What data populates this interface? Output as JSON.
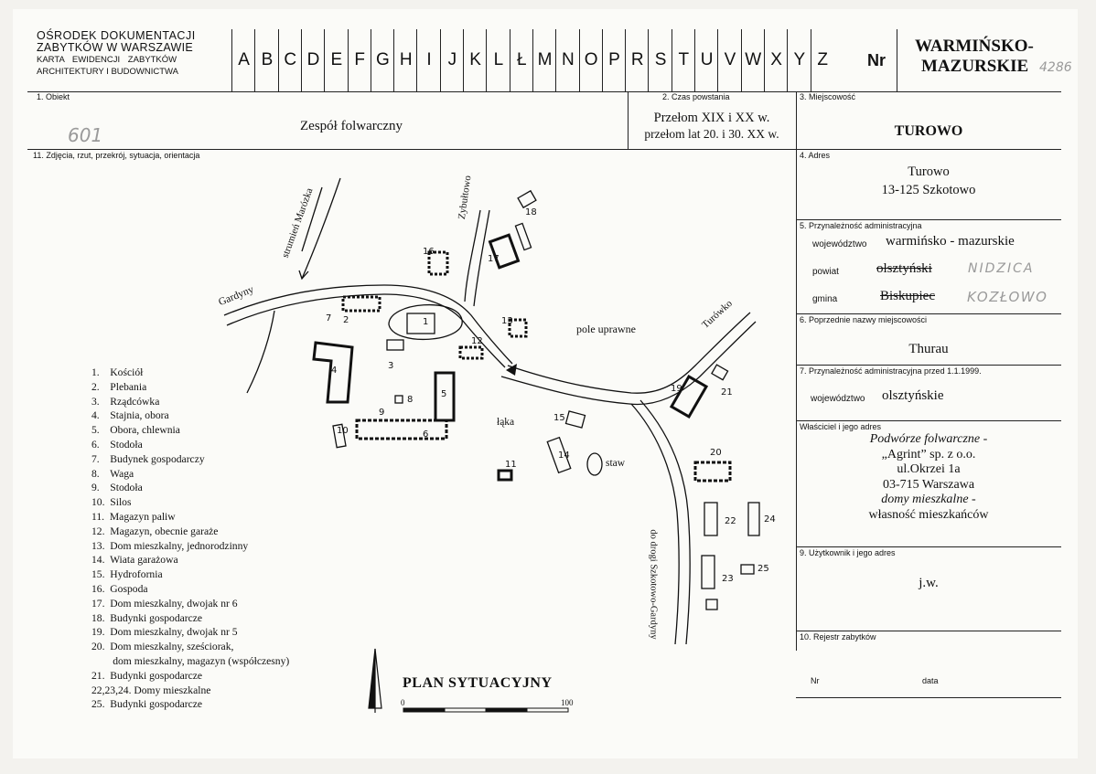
{
  "header": {
    "institution_lines": [
      "OŚRODEK DOKUMENTACJI",
      "ZABYTKÓW W WARSZAWIE",
      "KARTA EWIDENCJI ZABYTKÓW",
      "ARCHITEKTURY I BUDOWNICTWA"
    ],
    "letters": [
      "A",
      "B",
      "C",
      "D",
      "E",
      "F",
      "G",
      "H",
      "I",
      "J",
      "K",
      "L",
      "Ł",
      "M",
      "N",
      "O",
      "P",
      "R",
      "S",
      "T",
      "U",
      "V",
      "W",
      "X",
      "Y",
      "Z"
    ],
    "nr_label": "Nr",
    "region_line1": "WARMIŃSKO-",
    "region_line2": "MAZURSKIE",
    "handwritten_nr": "4286"
  },
  "fields": {
    "obiekt_label": "1. Obiekt",
    "obiekt_value": "Zespół folwarczny",
    "obiekt_hand": "601",
    "czas_label": "2. Czas powstania",
    "czas_line1": "Przełom XIX i XX w.",
    "czas_line2": "przełom lat 20. i 30. XX w.",
    "miejscowosc_label": "3. Miejscowość",
    "miejscowosc_value": "TUROWO",
    "zdjecia_label": "11. Zdjęcia, rzut, przekrój, sytuacja, orientacja",
    "adres_label": "4. Adres",
    "adres_line1": "Turowo",
    "adres_line2": "13-125 Szkotowo",
    "przynaleznosc_label": "5. Przynależność administracyjna",
    "wojewodztwo_label": "województwo",
    "wojewodztwo_value": "warmińsko - mazurskie",
    "powiat_label": "powiat",
    "powiat_value": "olsztyński",
    "powiat_hand": "NIDZICA",
    "gmina_label": "gmina",
    "gmina_value": "Biskupiec",
    "gmina_hand": "KOZŁOWO",
    "poprzednie_label": "6. Poprzednie nazwy miejscowości",
    "poprzednie_value": "Thurau",
    "przed1999_label": "7. Przynależność administracyjna przed 1.1.1999.",
    "przed1999_woj_label": "województwo",
    "przed1999_woj_value": "olsztyńskie",
    "wlasciciel_label": "Właściciel i jego adres",
    "wlasciciel_line1": "Podwórze folwarczne -",
    "wlasciciel_line2": "„Agrint” sp. z o.o.",
    "wlasciciel_line3": "ul.Okrzei 1a",
    "wlasciciel_line4": "03-715 Warszawa",
    "wlasciciel_line5": "domy mieszkalne -",
    "wlasciciel_line6": "własność mieszkańców",
    "uzytkownik_label": "9. Użytkownik i jego adres",
    "uzytkownik_value": "j.w.",
    "rejestr_label": "10. Rejestr zabytków",
    "rejestr_nr_label": "Nr",
    "rejestr_data_label": "data"
  },
  "plan": {
    "title": "PLAN SYTUACYJNY",
    "scale_start": "0",
    "scale_end": "100",
    "labels": {
      "gardyny": "Gardyny",
      "strumien": "strumień Marózka",
      "zybultowo": "Zybułtowo",
      "turowko": "Turówko",
      "pole": "pole uprawne",
      "laka": "łąka",
      "staw": "staw",
      "droga": "do drogi Szkotowo-Gardyny"
    },
    "numbers": [
      "1",
      "2",
      "3",
      "4",
      "5",
      "6",
      "7",
      "8",
      "9",
      "10",
      "11",
      "12",
      "13",
      "14",
      "15",
      "16",
      "17",
      "18",
      "19",
      "20",
      "21",
      "22",
      "23",
      "24",
      "25"
    ]
  },
  "legend": [
    "1.    Kościół",
    "2.    Plebania",
    "3.    Rządcówka",
    "4.    Stajnia, obora",
    "5.    Obora, chlewnia",
    "6.    Stodoła",
    "7.    Budynek gospodarczy",
    "8.    Waga",
    "9.    Stodoła",
    "10.  Silos",
    "11.  Magazyn paliw",
    "12.  Magazyn, obecnie garaże",
    "13.  Dom mieszkalny, jednorodzinny",
    "14.  Wiata garażowa",
    "15.  Hydrofornia",
    "16.  Gospoda",
    "17.  Dom mieszkalny, dwojak nr 6",
    "18.  Budynki gospodarcze",
    "19.  Dom mieszkalny, dwojak nr 5",
    "20.  Dom mieszkalny, sześciorak,",
    "        dom mieszkalny, magazyn (współczesny)",
    "21.  Budynki gospodarcze",
    "22,23,24. Domy mieszkalne",
    "25.  Budynki gospodarcze"
  ]
}
